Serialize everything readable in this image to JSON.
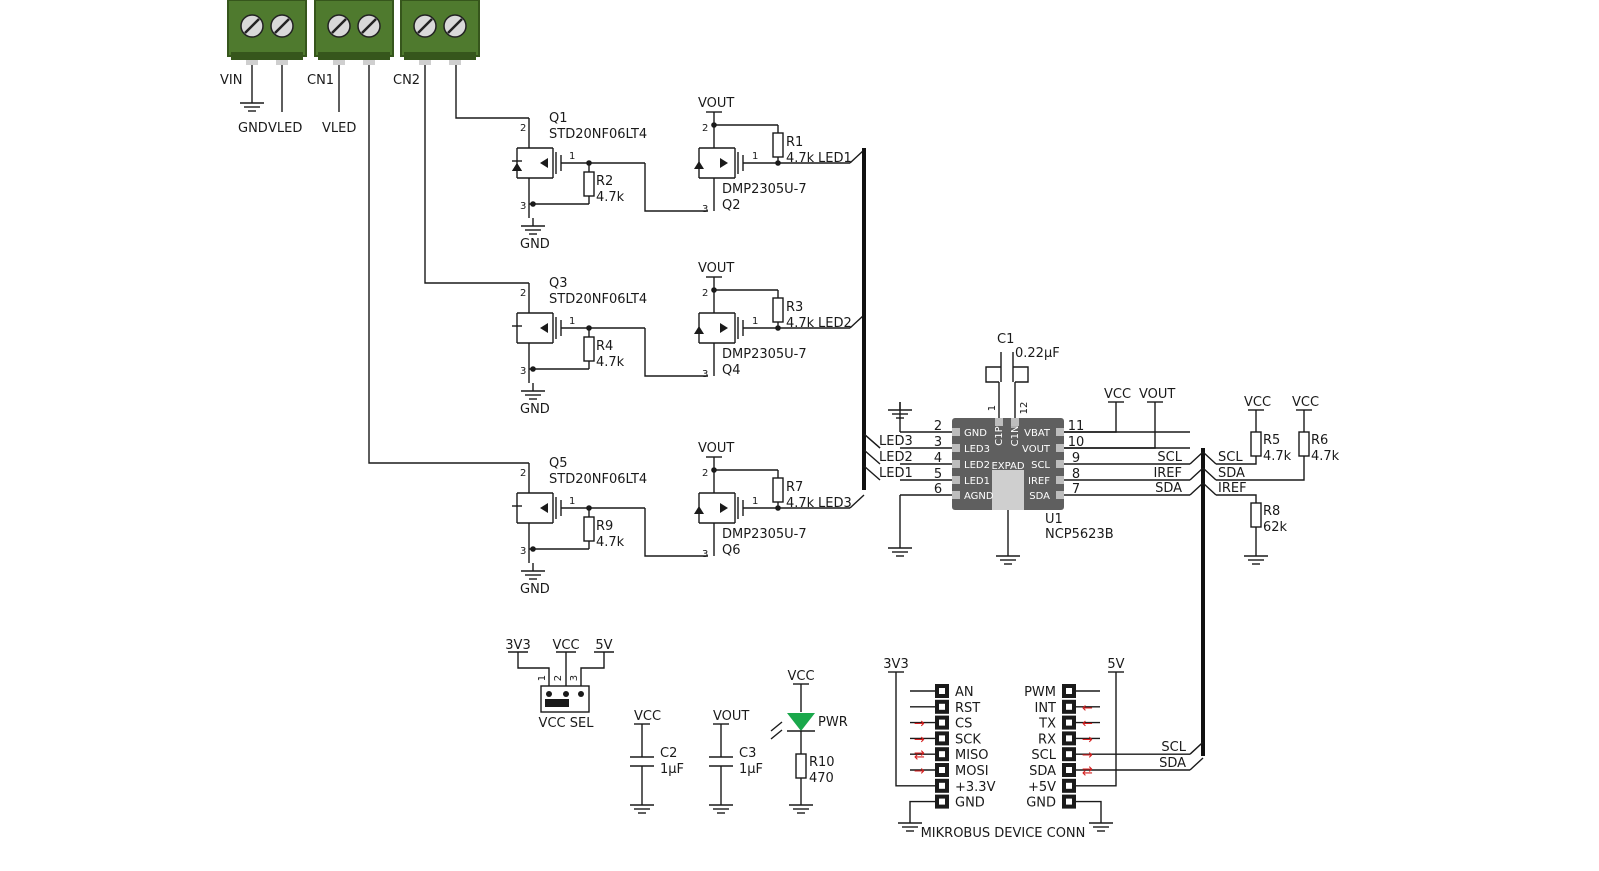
{
  "colors": {
    "wire": "#1a1a1a",
    "terminal_body": "#4f7a2e",
    "terminal_dark": "#36561c",
    "chip_body": "#5f5f5f",
    "chip_pad": "#bdbdbd",
    "led_green": "#1aa84b",
    "arrow_red": "#d42020"
  },
  "icons": [
    "terminal-block-icon",
    "ground-icon",
    "nmos-icon",
    "pmos-icon",
    "resistor-icon",
    "capacitor-icon",
    "led-icon",
    "jumper-icon",
    "pin-header-icon",
    "ic-icon",
    "arrow-icon"
  ],
  "terminals": [
    {
      "name": "VIN",
      "pins": [
        "GND",
        "VLED"
      ]
    },
    {
      "name": "CN1",
      "pins": [
        "VLED"
      ]
    },
    {
      "name": "CN2",
      "pins": []
    }
  ],
  "channels": [
    {
      "nfet": "Q1",
      "nfet_part": "STD20NF06LT4",
      "pfet": "Q2",
      "pfet_part": "DMP2305U-7",
      "rg": "R2",
      "rg_val": "4.7k",
      "rp": "R1",
      "rp_val": "4.7k",
      "led": "LED1",
      "supply": "VOUT",
      "gnd": "GND",
      "pin_gate": "1",
      "pin_drain": "2",
      "pin_source": "3"
    },
    {
      "nfet": "Q3",
      "nfet_part": "STD20NF06LT4",
      "pfet": "Q4",
      "pfet_part": "DMP2305U-7",
      "rg": "R4",
      "rg_val": "4.7k",
      "rp": "R3",
      "rp_val": "4.7k",
      "led": "LED2",
      "supply": "VOUT",
      "gnd": "GND",
      "pin_gate": "1",
      "pin_drain": "2",
      "pin_source": "3"
    },
    {
      "nfet": "Q5",
      "nfet_part": "STD20NF06LT4",
      "pfet": "Q6",
      "pfet_part": "DMP2305U-7",
      "rg": "R9",
      "rg_val": "4.7k",
      "rp": "R7",
      "rp_val": "4.7k",
      "led": "LED3",
      "supply": "VOUT",
      "gnd": "GND",
      "pin_gate": "1",
      "pin_drain": "2",
      "pin_source": "3"
    }
  ],
  "ic": {
    "ref": "U1",
    "part": "NCP5623B",
    "cap_ref": "C1",
    "cap_val": "0.22µF",
    "top_pins": [
      {
        "num": "1",
        "name": "C1P"
      },
      {
        "num": "12",
        "name": "C1N"
      }
    ],
    "center": "EXPAD",
    "left_pins": [
      {
        "num": "2",
        "name": "GND",
        "net": ""
      },
      {
        "num": "3",
        "name": "LED3",
        "net": "LED3"
      },
      {
        "num": "4",
        "name": "LED2",
        "net": "LED2"
      },
      {
        "num": "5",
        "name": "LED1",
        "net": "LED1"
      },
      {
        "num": "6",
        "name": "AGND",
        "net": ""
      }
    ],
    "right_pins": [
      {
        "num": "11",
        "name": "VBAT",
        "net": ""
      },
      {
        "num": "10",
        "name": "VOUT",
        "net": ""
      },
      {
        "num": "9",
        "name": "SCL",
        "net": "SCL"
      },
      {
        "num": "8",
        "name": "IREF",
        "net": "IREF"
      },
      {
        "num": "7",
        "name": "SDA",
        "net": "SDA"
      }
    ],
    "supply_vcc": "VCC",
    "supply_vout": "VOUT"
  },
  "i2c": {
    "bus_labels": [
      "SCL",
      "SDA",
      "IREF"
    ],
    "r5": "R5",
    "r5_val": "4.7k",
    "r6": "R6",
    "r6_val": "4.7k",
    "r8": "R8",
    "r8_val": "62k",
    "vcc": "VCC"
  },
  "jumper": {
    "label": "VCC SEL",
    "opts": [
      "3V3",
      "VCC",
      "5V"
    ],
    "pins": [
      "1",
      "2",
      "3"
    ]
  },
  "caps": [
    {
      "ref": "C2",
      "val": "1µF",
      "net": "VCC"
    },
    {
      "ref": "C3",
      "val": "1µF",
      "net": "VOUT"
    }
  ],
  "led": {
    "label": "PWR",
    "net": "VCC",
    "res": "R10",
    "res_val": "470"
  },
  "mikrobus": {
    "title": "MIKROBUS DEVICE CONN",
    "left_supply": "3V3",
    "right_supply": "5V",
    "left": [
      "AN",
      "RST",
      "CS",
      "SCK",
      "MISO",
      "MOSI",
      "+3.3V",
      "GND"
    ],
    "right": [
      "PWM",
      "INT",
      "TX",
      "RX",
      "SCL",
      "SDA",
      "+5V",
      "GND"
    ],
    "net_labels": [
      "SCL",
      "SDA"
    ]
  }
}
